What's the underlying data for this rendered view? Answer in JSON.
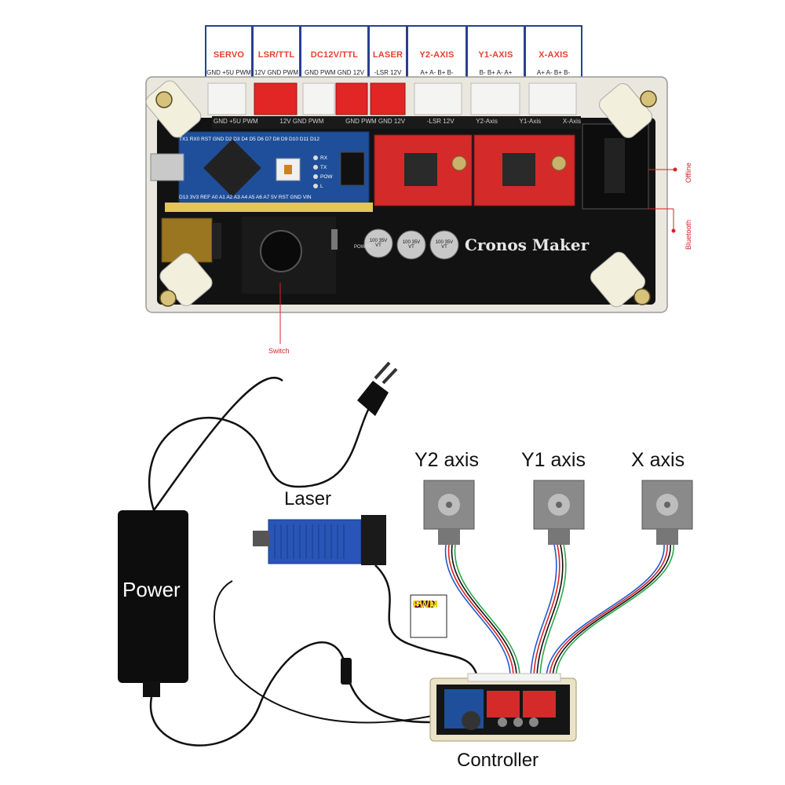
{
  "header_boxes": [
    {
      "title": "SERVO",
      "pins": "GND +5U PWM"
    },
    {
      "title": "LSR/TTL",
      "pins": "12V GND PWM"
    },
    {
      "title": "DC12V/TTL",
      "pins": "GND PWM GND 12V"
    },
    {
      "title": "LASER",
      "pins": "-LSR 12V"
    },
    {
      "title": "Y2-AXIS",
      "pins": "A+ A- B+ B-"
    },
    {
      "title": "Y1-AXIS",
      "pins": "B- B+ A- A+"
    },
    {
      "title": "X-AXIS",
      "pins": "A+ A- B+ B-"
    }
  ],
  "board": {
    "silk_row": [
      "GND +5U PWM",
      "12V GND PWM",
      "GND PWM GND 12V",
      "-LSR 12V",
      "Y2-Axis",
      "Y1-Axis",
      "X-Axis"
    ],
    "brand": "Cronos Maker",
    "nano_top_pins": "TX1 RX0 RST GND D2 D3 D4 D5 D6 D7 D8 D9 D10 D11 D12",
    "nano_bottom_pins": "D13 3V3 REF A0 A1 A2 A3 A4 A5 A6 A7 5V RST GND VIN",
    "leds": [
      "RX",
      "TX",
      "POW",
      "L"
    ],
    "capacitors": [
      "100 35V VT",
      "100 35V VT",
      "100 35V VT"
    ],
    "power_label": "POWER"
  },
  "annotations": {
    "switch": "Switch",
    "offline": "Offline",
    "bluetooth": "Bluetooth"
  },
  "wiring": {
    "power": "Power",
    "laser": "Laser",
    "controller": "Controller",
    "axes": [
      "Y2 axis",
      "Y1 axis",
      "X axis"
    ],
    "signals": [
      {
        "text": "12V+",
        "color": "#e02020"
      },
      {
        "text": "GND",
        "color": "#111111"
      },
      {
        "text": "PWM",
        "color": "#f0d000"
      }
    ]
  },
  "colors": {
    "header_border": "#2a3f8f",
    "header_title": "#e8402c",
    "annotation": "#d8222a",
    "laser_body": "#2a55b8",
    "driver_red": "#d42a2a",
    "nano_blue": "#1f4f9a"
  }
}
